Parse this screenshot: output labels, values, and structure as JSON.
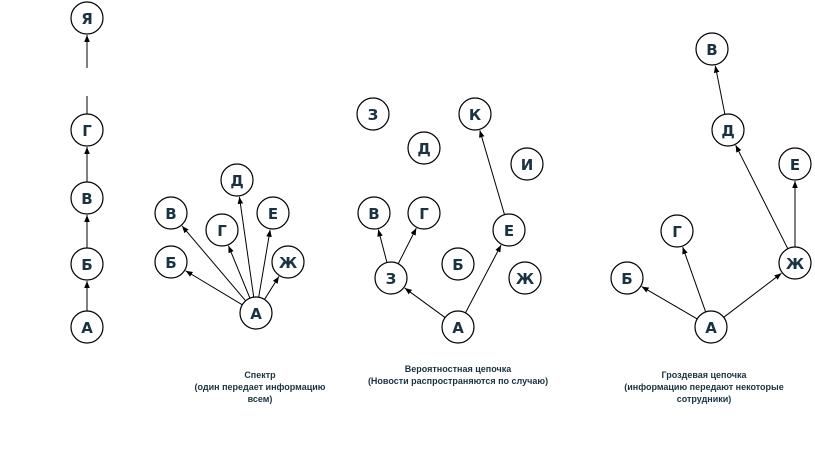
{
  "diagrams": [
    {
      "id": "chain",
      "nodes": [
        {
          "id": "A",
          "label": "А"
        },
        {
          "id": "B",
          "label": "Б"
        },
        {
          "id": "V",
          "label": "В"
        },
        {
          "id": "G",
          "label": "Г"
        },
        {
          "id": "Ya",
          "label": "Я"
        }
      ],
      "edges": [
        [
          "A",
          "B"
        ],
        [
          "B",
          "V"
        ],
        [
          "V",
          "G"
        ],
        [
          "G",
          "Ya"
        ]
      ],
      "caption": []
    },
    {
      "id": "star",
      "nodes": [
        {
          "id": "A",
          "label": "А"
        },
        {
          "id": "B",
          "label": "Б"
        },
        {
          "id": "V",
          "label": "В"
        },
        {
          "id": "G",
          "label": "Г"
        },
        {
          "id": "D",
          "label": "Д"
        },
        {
          "id": "E",
          "label": "Е"
        },
        {
          "id": "Zh",
          "label": "Ж"
        }
      ],
      "edges": [
        [
          "A",
          "B"
        ],
        [
          "A",
          "V"
        ],
        [
          "A",
          "G"
        ],
        [
          "A",
          "D"
        ],
        [
          "A",
          "E"
        ],
        [
          "A",
          "Zh"
        ]
      ],
      "caption": [
        "Спектр",
        "(один передает информацию",
        "всем)"
      ]
    },
    {
      "id": "probability",
      "nodes": [
        {
          "id": "A",
          "label": "А"
        },
        {
          "id": "Z",
          "label": "З"
        },
        {
          "id": "V",
          "label": "В"
        },
        {
          "id": "G",
          "label": "Г"
        },
        {
          "id": "B",
          "label": "Б"
        },
        {
          "id": "E",
          "label": "Е"
        },
        {
          "id": "Zh",
          "label": "Ж"
        },
        {
          "id": "K",
          "label": "К"
        },
        {
          "id": "I",
          "label": "И"
        },
        {
          "id": "D",
          "label": "Д"
        },
        {
          "id": "Z2",
          "label": "З"
        }
      ],
      "edges": [
        [
          "A",
          "Z"
        ],
        [
          "A",
          "E"
        ],
        [
          "Z",
          "V"
        ],
        [
          "Z",
          "G"
        ],
        [
          "E",
          "K"
        ]
      ],
      "caption": [
        "Вероятностная цепочка",
        "(Новости распространяются по случаю)"
      ]
    },
    {
      "id": "cluster",
      "nodes": [
        {
          "id": "A",
          "label": "А"
        },
        {
          "id": "B",
          "label": "Б"
        },
        {
          "id": "G",
          "label": "Г"
        },
        {
          "id": "Zh",
          "label": "Ж"
        },
        {
          "id": "E",
          "label": "Е"
        },
        {
          "id": "D",
          "label": "Д"
        },
        {
          "id": "V",
          "label": "В"
        }
      ],
      "edges": [
        [
          "A",
          "B"
        ],
        [
          "A",
          "G"
        ],
        [
          "A",
          "Zh"
        ],
        [
          "Zh",
          "E"
        ],
        [
          "Zh",
          "D"
        ],
        [
          "D",
          "V"
        ]
      ],
      "caption": [
        "Гроздевая цепочка",
        "(информацию передают некоторые",
        "сотрудники)"
      ]
    }
  ]
}
